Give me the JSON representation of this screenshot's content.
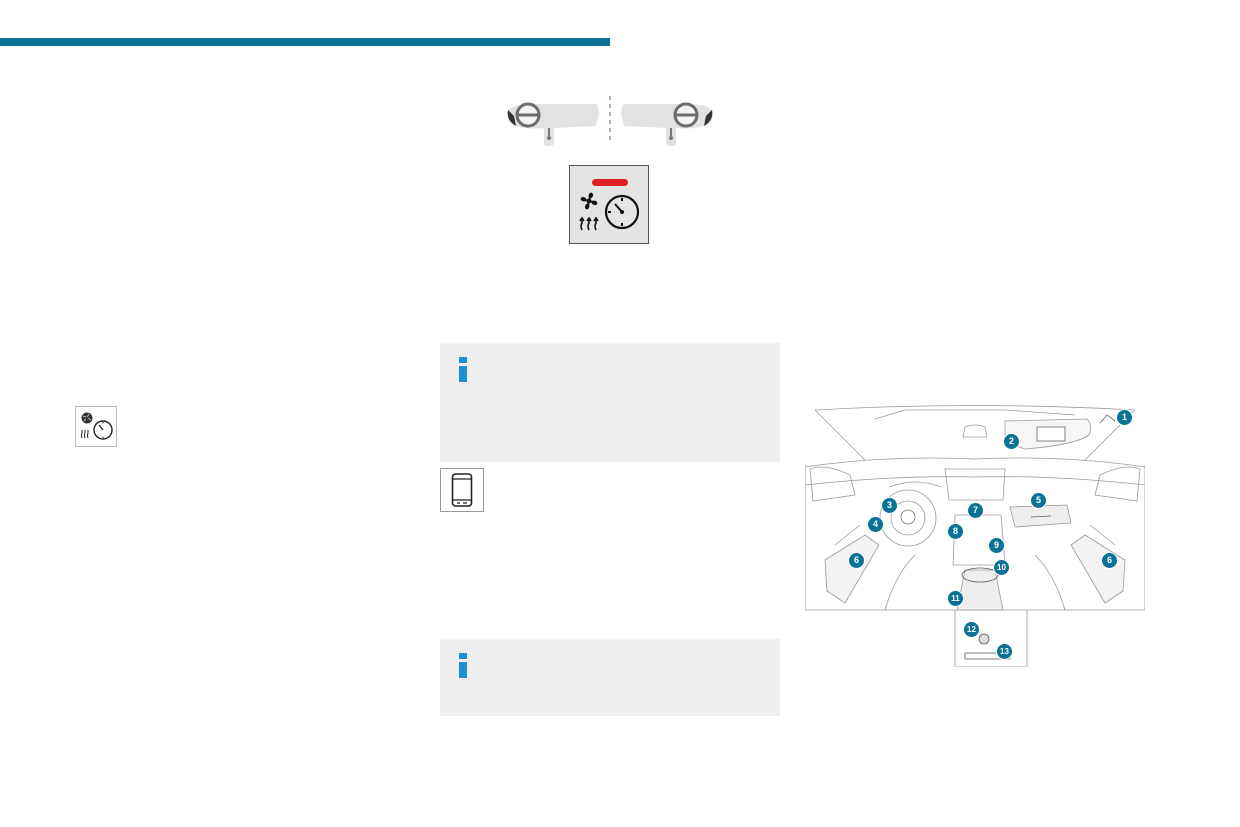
{
  "colors": {
    "accent": "#0a7295",
    "info_icon": "#1a8fd6",
    "indicator_red": "#e02020",
    "note_background": "#eeeeee"
  },
  "icons": {
    "steering_left": "steering-wheel-left-icon",
    "steering_right": "steering-wheel-right-icon",
    "preheat_button": "fan-heat-timer-icon",
    "preheat_small": "fan-heat-timer-icon",
    "info": "info-icon",
    "smartphone": "smartphone-icon"
  },
  "diagram": {
    "callouts": [
      "1",
      "2",
      "3",
      "4",
      "5",
      "6",
      "6",
      "7",
      "8",
      "9",
      "10",
      "11",
      "12",
      "13"
    ]
  }
}
